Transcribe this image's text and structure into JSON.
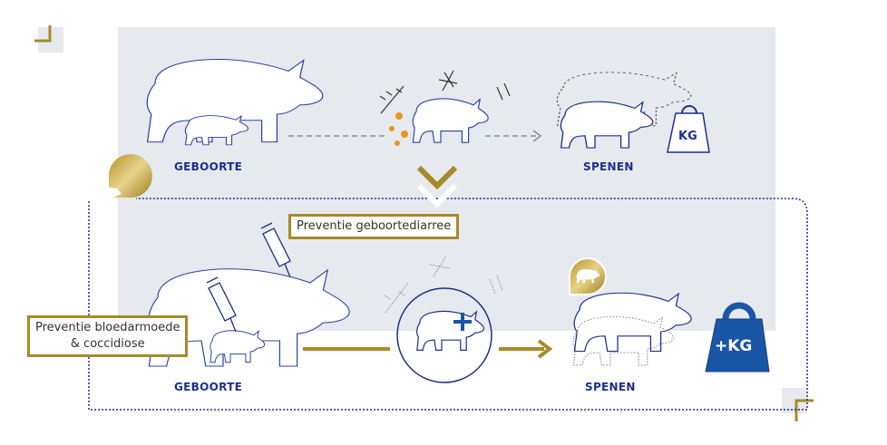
{
  "top_row": {
    "start_label": "GEBOORTE",
    "end_label": "SPENEN",
    "weight_label": "KG"
  },
  "bottom_row": {
    "start_label": "GEBOORTE",
    "end_label": "SPENEN",
    "weight_label": "+KG",
    "callout_sow": "Preventie geboortediarree",
    "callout_piglet_line1": "Preventie bloedarmoede",
    "callout_piglet_line2": "& coccidiose"
  },
  "colors": {
    "panel": "#e6e9ed",
    "gold": "#a88a2a",
    "blue": "#1d2f8f",
    "kg_fill": "#1a56a6"
  }
}
